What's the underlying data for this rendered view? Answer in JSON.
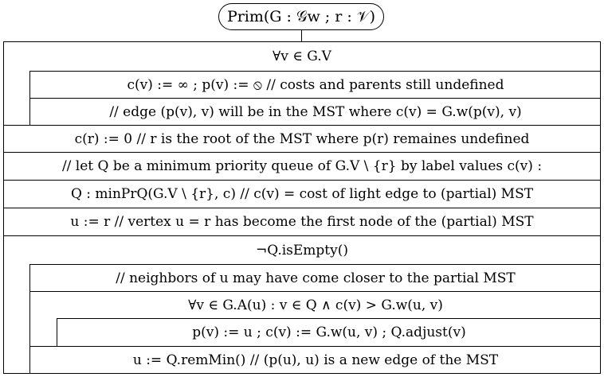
{
  "header": {
    "label": "Prim(G : 𝒢w ; r : 𝒱)"
  },
  "rows": {
    "loop1": "∀v ∈ G.V",
    "init_cp": "c(v) := ∞ ; p(v) := ⦸ // costs and parents still undefined",
    "edge_note": "// edge (p(v), v) will be in the MST where c(v) = G.w(p(v), v)",
    "root": "c(r) := 0 // r is the root of the MST where p(r) remaines undefined",
    "queue_note": "// let Q be a minimum priority queue of G.V \\ {r} by label values c(v) :",
    "queue_init": "Q : minPrQ(G.V \\ {r}, c) // c(v) = cost of light edge to (partial) MST",
    "u_init": "u := r // vertex u = r has become the first node of the (partial) MST",
    "loop2": "¬Q.isEmpty()",
    "neighbors_note": "// neighbors of u may have come closer to the partial MST",
    "loop3": "∀v ∈ G.A(u) : v ∈ Q ∧ c(v) > G.w(u, v)",
    "update": "p(v) := u ; c(v) := G.w(u, v) ; Q.adjust(v)",
    "remmin": "u := Q.remMin() // (p(u), u) is a new edge of the MST"
  }
}
